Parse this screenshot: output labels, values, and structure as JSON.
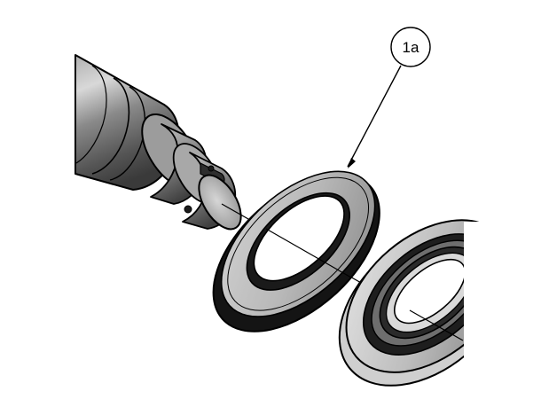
{
  "callout": {
    "label": "1a"
  },
  "parts": [
    {
      "name": "shaft"
    },
    {
      "name": "seal-ring",
      "callout": "1a"
    },
    {
      "name": "bearing"
    }
  ],
  "colors": {
    "outline": "#000000",
    "metal_dark": "#4a4a4a",
    "metal_mid": "#8c8c8c",
    "metal_light": "#d0d0d0",
    "background": "#ffffff"
  }
}
